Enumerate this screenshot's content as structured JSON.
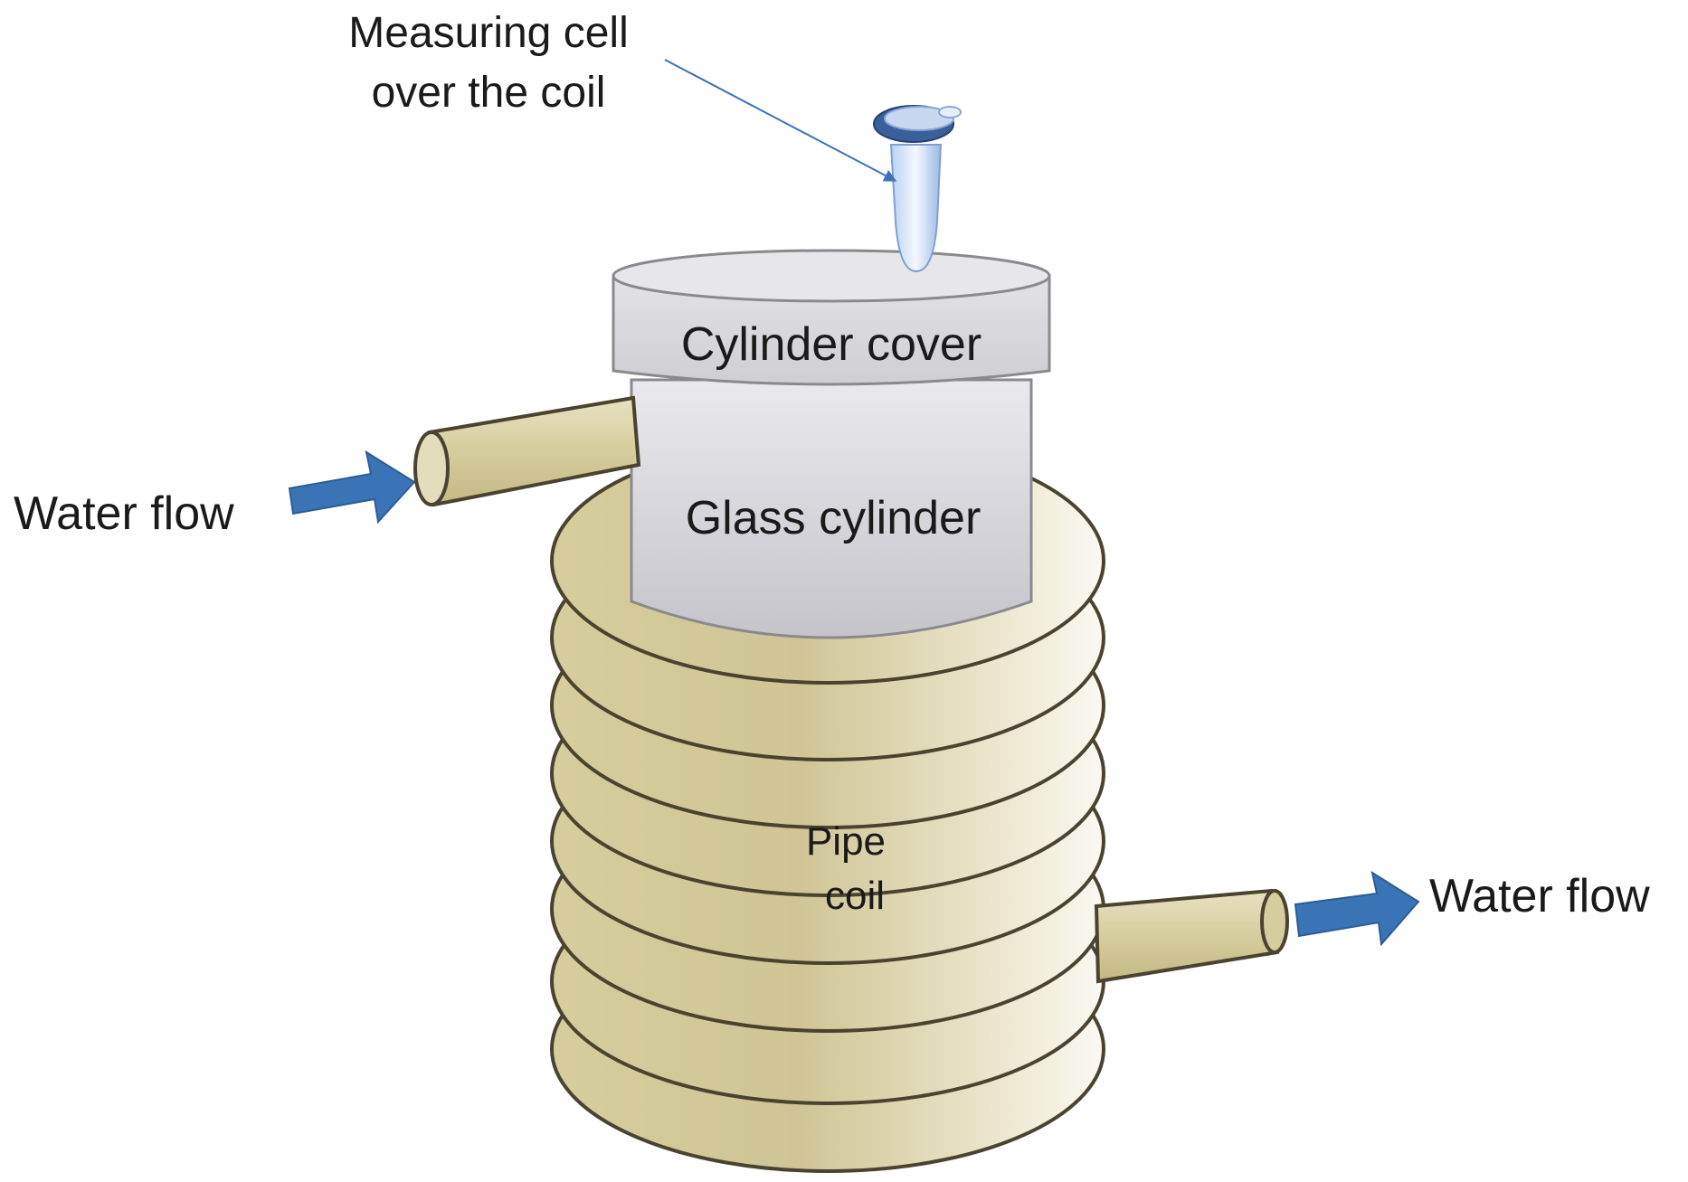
{
  "labels": {
    "measuring_cell_line1": "Measuring cell",
    "measuring_cell_line2": "over the coil",
    "cylinder_cover": "Cylinder cover",
    "glass_cylinder": "Glass cylinder",
    "water_flow_in": "Water flow",
    "water_flow_out": "Water flow",
    "pipe_coil_line1": "Pipe",
    "pipe_coil_line2": "coil"
  },
  "colors": {
    "coil_fill": "#d8d0a4",
    "coil_highlight": "#f6f4e8",
    "coil_stroke": "#4a4330",
    "cylinder_fill": "#dcdce2",
    "cover_fill": "#d9d9dc",
    "cylinder_stroke": "#8a8a8e",
    "arrow_fill": "#3a74b7",
    "leader_line": "#3a74b7"
  }
}
